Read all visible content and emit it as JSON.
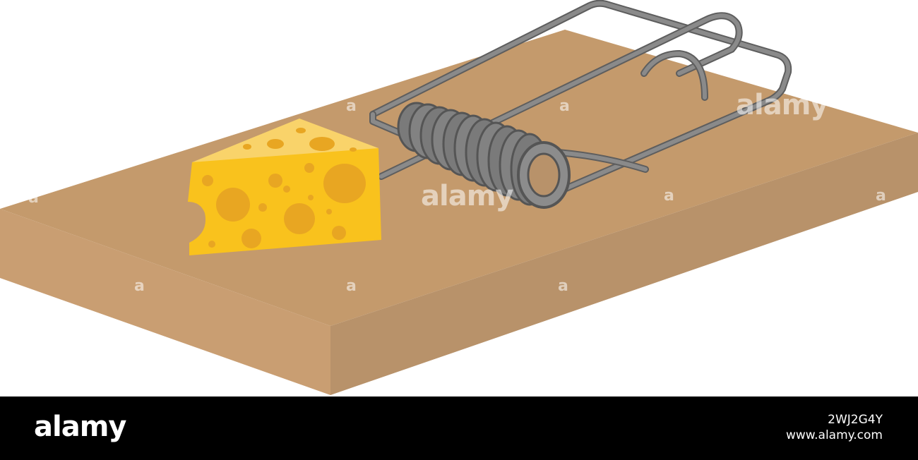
{
  "image": {
    "subject": "mousetrap-with-cheese",
    "colors": {
      "board_top": "#c49a6c",
      "board_front": "#c99e72",
      "board_side": "#b8926a",
      "wire": "#7f7f7f",
      "wire_dark": "#5e5e5e",
      "cheese": "#f9c21d",
      "cheese_hole": "#e8a622",
      "footer_bg": "#000000"
    }
  },
  "watermark": {
    "text": "alamy",
    "small_mark": "a"
  },
  "footer": {
    "logo": "alamy",
    "image_id": "2WJ2G4Y",
    "site": "www.alamy.com"
  }
}
